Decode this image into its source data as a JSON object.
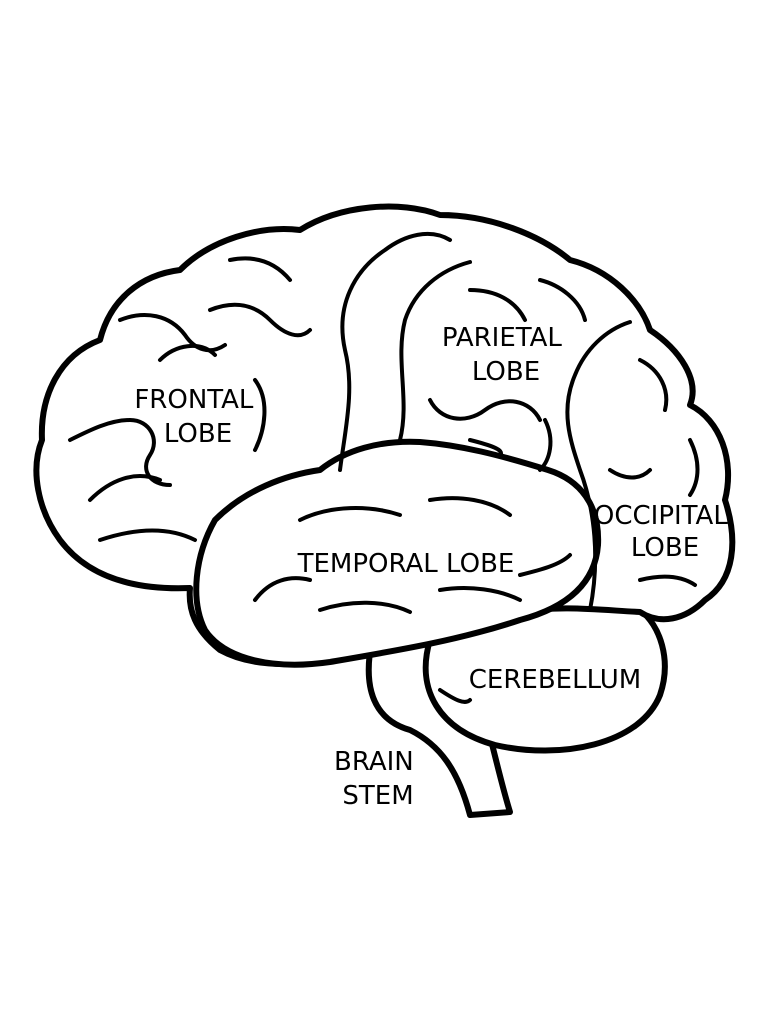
{
  "labels": {
    "frontal": [
      "FRONTAL",
      "LOBE"
    ],
    "parietal": [
      "PARIETAL",
      "LOBE"
    ],
    "temporal": [
      "TEMPORAL LOBE"
    ],
    "occipital": [
      "OCCIPITAL",
      "LOBE"
    ],
    "cerebellum": [
      "CEREBELLUM"
    ],
    "brainstem": [
      "BRAIN",
      "STEM"
    ]
  },
  "colors": {
    "line": "#000000",
    "background": "#ffffff"
  }
}
